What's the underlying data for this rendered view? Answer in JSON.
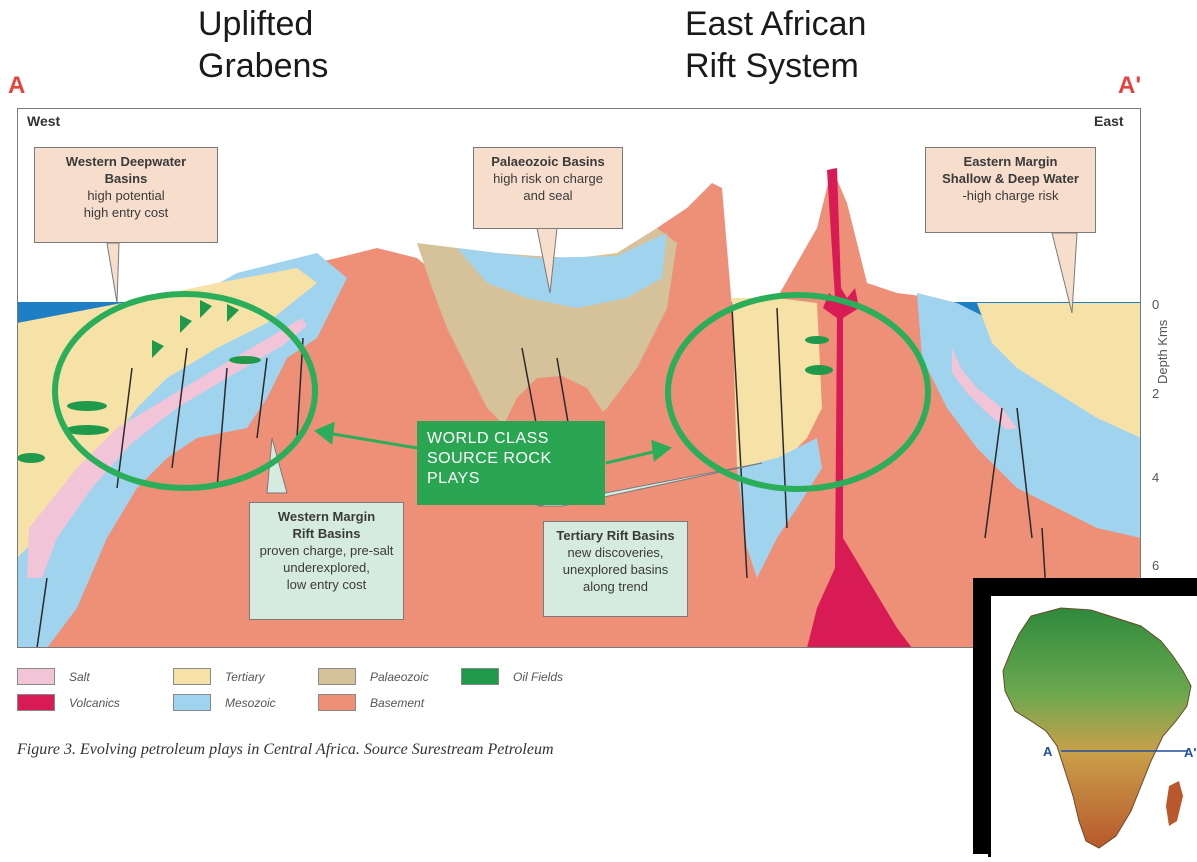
{
  "headings": {
    "left_line1": "Uplifted",
    "left_line2": "Grabens",
    "right_line1": "East African",
    "right_line2": "Rift System"
  },
  "section_markers": {
    "start": "A",
    "end": "A'"
  },
  "directions": {
    "west": "West",
    "east": "East"
  },
  "callouts": {
    "western_deepwater": {
      "title_line1": "Western Deepwater",
      "title_line2": "Basins",
      "line1": "high potential",
      "line2": "high entry cost"
    },
    "palaeozoic": {
      "title": "Palaeozoic Basins",
      "line1": "high risk on charge",
      "line2": "and seal"
    },
    "eastern_margin": {
      "title_line1": "Eastern Margin",
      "title_line2": "Shallow & Deep Water",
      "line1": "-high charge risk"
    },
    "western_margin": {
      "title_line1": "Western Margin",
      "title_line2": "Rift Basins",
      "line1": "proven charge, pre-salt",
      "line2": "underexplored,",
      "line3": "low entry cost"
    },
    "tertiary_rift": {
      "title": "Tertiary Rift Basins",
      "line1": "new discoveries,",
      "line2": "unexplored basins",
      "line3": "along trend"
    }
  },
  "world_class": {
    "line1": "WORLD CLASS",
    "line2": "SOURCE ROCK",
    "line3": "PLAYS"
  },
  "depth_axis": {
    "title": "Depth Kms",
    "ticks": [
      "0",
      "2",
      "4",
      "6"
    ]
  },
  "legend": [
    {
      "label": "Salt",
      "color": "#f2c4d8"
    },
    {
      "label": "Volcanics",
      "color": "#d81b55"
    },
    {
      "label": "Tertiary",
      "color": "#f6e2a6"
    },
    {
      "label": "Mesozoic",
      "color": "#9fd3ee"
    },
    {
      "label": "Palaeozoic",
      "color": "#d6c29a"
    },
    {
      "label": "Basement",
      "color": "#ee8f78"
    },
    {
      "label": "Oil Fields",
      "color": "#1f9a4a"
    }
  ],
  "colors": {
    "sea": "#1f7fc4",
    "tertiary": "#f6e2a6",
    "mesozoic": "#9fd3ee",
    "palaeozoic": "#d6c29a",
    "basement": "#ee8f78",
    "volcanics": "#d81b55",
    "salt": "#f2c4d8",
    "oil": "#1f9a4a",
    "highlight_ring": "#2aae5a",
    "callout_pink": "#f7ddcc",
    "callout_mint": "#d6ebe0"
  },
  "inset_map": {
    "label_start": "A",
    "label_end": "A'"
  },
  "caption": "Figure 3. Evolving petroleum plays in Central Africa. Source Surestream Petroleum"
}
